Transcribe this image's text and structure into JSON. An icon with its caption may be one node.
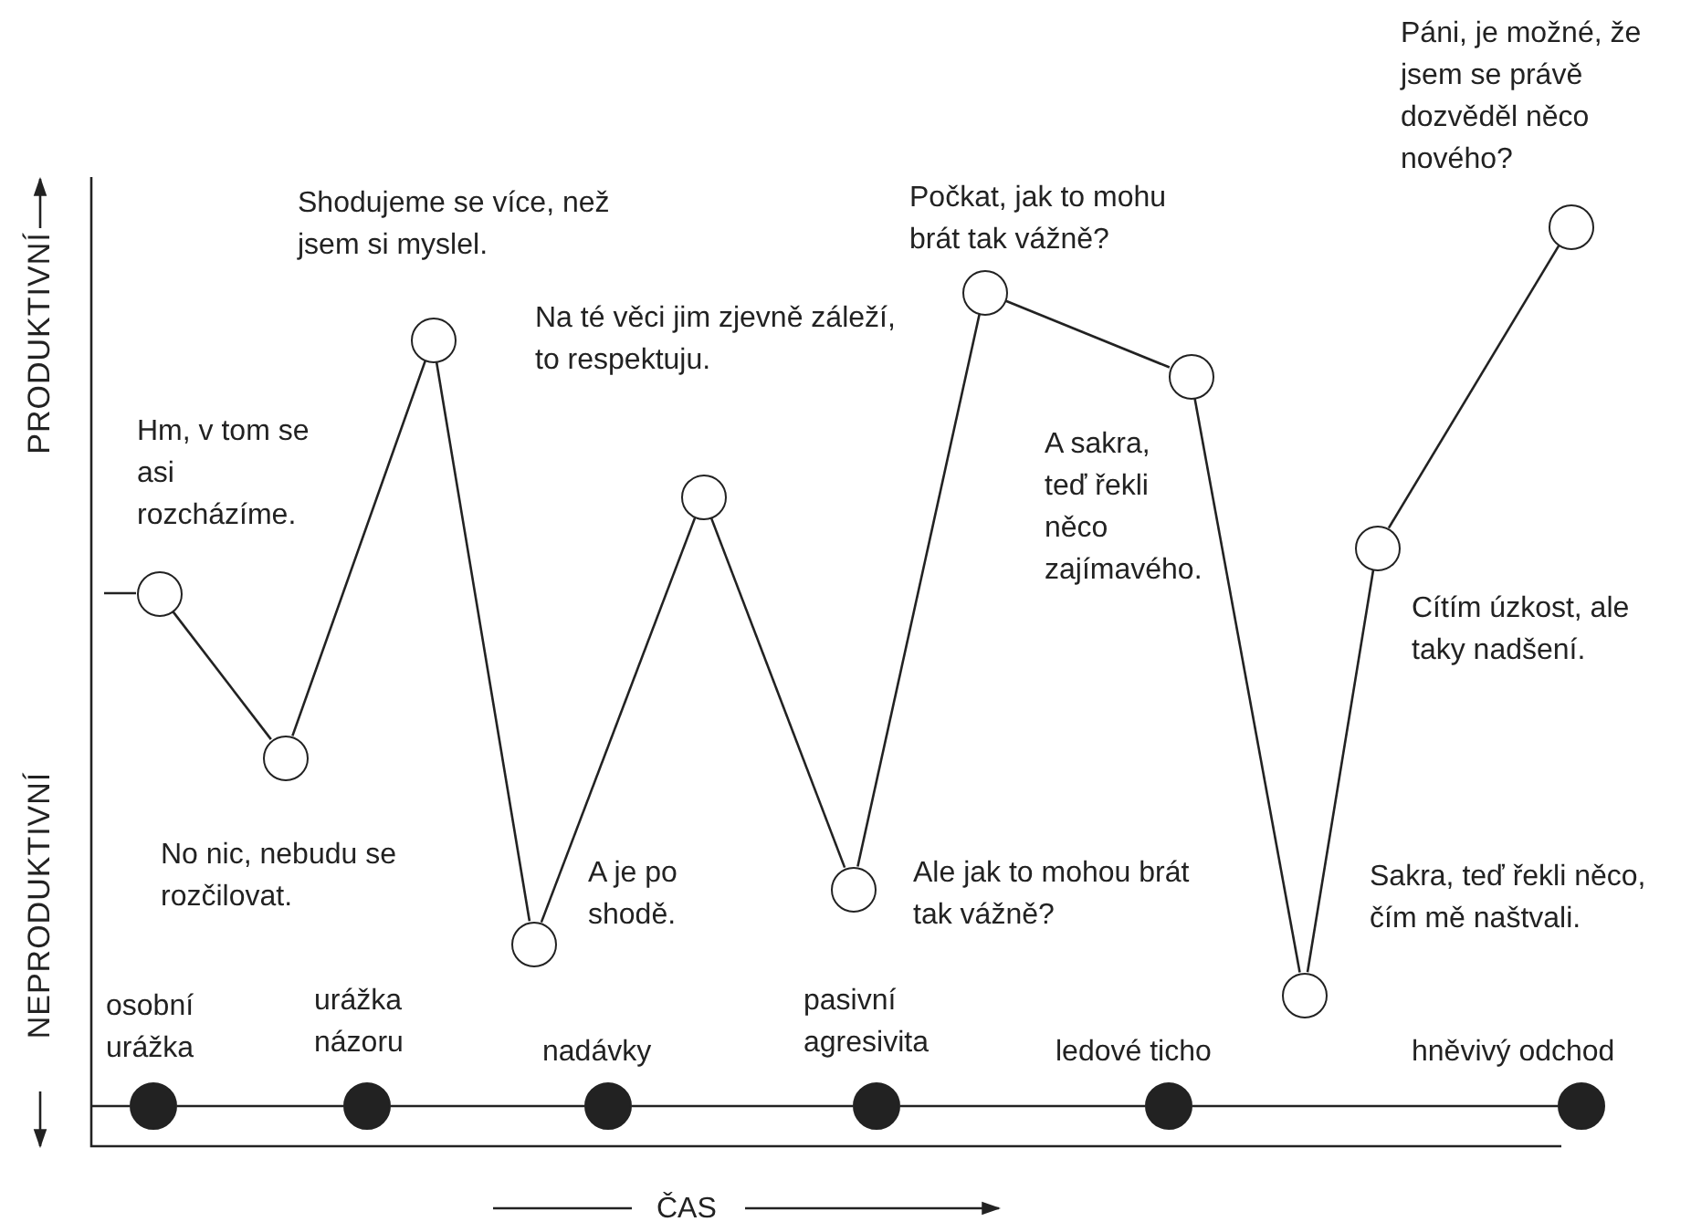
{
  "diagram": {
    "nodes": [
      {
        "text": [],
        "shape": "circle",
        "beside": [
          "Hm, v tom se asi rozcházíme."
        ]
      },
      {
        "text": [],
        "shape": "circle",
        "beside": [
          "No nic, nebudu se rozčilovat."
        ]
      },
      {
        "text": [],
        "shape": "circle",
        "beside": [
          "Shodujeme se více, než jsem si myslel."
        ]
      },
      {
        "text": [],
        "shape": "circle",
        "beside": [
          "A je po shodě."
        ]
      },
      {
        "text": [],
        "shape": "circle",
        "beside": [
          "Na té věci jim zjevně záleží, to respektuju."
        ]
      },
      {
        "text": [],
        "shape": "circle",
        "beside": [
          "Ale jak to mohou brát tak vážně?"
        ]
      },
      {
        "text": [],
        "shape": "circle",
        "beside": [
          "Počkat, jak to mohu brát tak vážně?"
        ]
      },
      {
        "text": [],
        "shape": "circle",
        "beside": [
          "A sakra, teď řekli něco zajímavého."
        ]
      },
      {
        "text": [],
        "shape": "circle",
        "beside": [
          "Sakra, teď řekli něco, čím mě naštvali."
        ]
      },
      {
        "text": [],
        "shape": "circle",
        "beside": [
          "Cítím úzkost, ale taky nadšení."
        ]
      },
      {
        "text": [],
        "shape": "circle",
        "beside": [
          "Páni, je možné, že jsem se právě dozvěděl něco nového?"
        ]
      },
      {
        "text": [],
        "shape": "dot",
        "beside": [
          "osobní urážka"
        ]
      },
      {
        "text": [],
        "shape": "dot",
        "beside": [
          "urážka názoru"
        ]
      },
      {
        "text": [],
        "shape": "dot",
        "beside": [
          "nadávky"
        ]
      },
      {
        "text": [],
        "shape": "dot",
        "beside": [
          "pasivní agresivita"
        ]
      },
      {
        "text": [],
        "shape": "dot",
        "beside": [
          "ledové ticho"
        ]
      },
      {
        "text": [],
        "shape": "dot",
        "beside": [
          "hněvivý odchod"
        ]
      }
    ],
    "edges": [
      {
        "from": null,
        "to": 0,
        "arrow": "none"
      },
      {
        "from": 0,
        "to": 1,
        "arrow": "none"
      },
      {
        "from": 1,
        "to": 2,
        "arrow": "none"
      },
      {
        "from": 2,
        "to": 3,
        "arrow": "none"
      },
      {
        "from": 3,
        "to": 4,
        "arrow": "none"
      },
      {
        "from": 4,
        "to": 5,
        "arrow": "none"
      },
      {
        "from": 5,
        "to": 6,
        "arrow": "none"
      },
      {
        "from": 6,
        "to": 7,
        "arrow": "none"
      },
      {
        "from": 7,
        "to": 8,
        "arrow": "none"
      },
      {
        "from": 8,
        "to": 9,
        "arrow": "none"
      },
      {
        "from": 9,
        "to": 10,
        "arrow": "none"
      },
      {
        "from": null,
        "to": 11,
        "arrow": "none"
      },
      {
        "from": 11,
        "to": 12,
        "arrow": "none"
      },
      {
        "from": 12,
        "to": 13,
        "arrow": "none"
      },
      {
        "from": 13,
        "to": 14,
        "arrow": "none"
      },
      {
        "from": 14,
        "to": 15,
        "arrow": "none"
      },
      {
        "from": 15,
        "to": 16,
        "arrow": "none"
      }
    ],
    "labels": [
      "PRODUKTIVNÍ",
      "NEPRODUKTIVNÍ",
      "ČAS"
    ]
  }
}
